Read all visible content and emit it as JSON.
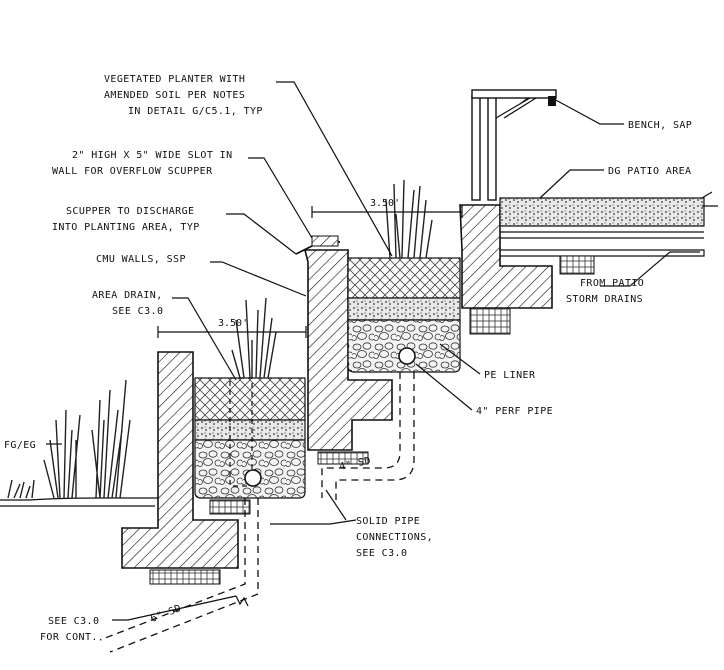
{
  "labels": {
    "planter": [
      "VEGETATED PLANTER WITH",
      "AMENDED SOIL PER NOTES",
      "IN DETAIL G/C5.1, TYP"
    ],
    "slot": [
      "2\" HIGH X 5\" WIDE SLOT IN",
      "WALL FOR OVERFLOW SCUPPER"
    ],
    "scupper": [
      "SCUPPER TO DISCHARGE",
      "INTO PLANTING AREA, TYP"
    ],
    "cmu": "CMU WALLS, SSP",
    "area_drain": [
      "AREA DRAIN,",
      "SEE C3.0"
    ],
    "fg_eg": "FG/EG",
    "bench": "BENCH, SAP",
    "dg_patio": "DG PATIO AREA",
    "patio_drains": [
      "FROM PATIO",
      "STORM DRAINS"
    ],
    "pe_liner": "PE LINER",
    "perf_pipe": "4\" PERF PIPE",
    "solid_pipe": [
      "SOLID PIPE",
      "CONNECTIONS,",
      "SEE C3.0"
    ],
    "see_c30": [
      "SEE C3.0",
      "FOR CONT."
    ],
    "sd6": "6\" SD",
    "sd4": "4\" SD",
    "dim_upper": "3.50'",
    "dim_lower": "3.50'"
  }
}
